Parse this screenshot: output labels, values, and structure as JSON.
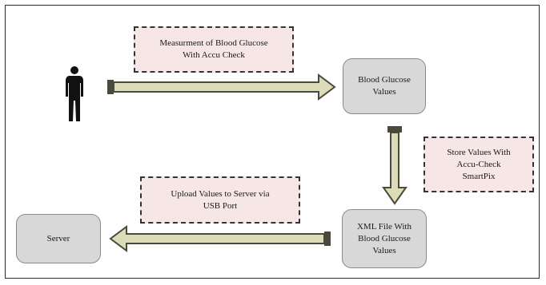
{
  "diagram": {
    "nodes": {
      "blood_glucose": "Blood Glucose\nValues",
      "xml_file": "XML File With\nBlood Glucose\nValues",
      "server": "Server"
    },
    "notes": {
      "measurement": "Measurment of Blood Glucose\nWith Accu Check",
      "store": "Store Values With\nAccu-Check\nSmartPix",
      "upload": "Upload Values to Server via\nUSB Port"
    },
    "icons": {
      "person": "person-silhouette-icon"
    },
    "colors": {
      "node_fill": "#d8d8d8",
      "note_fill": "#f6e6e6",
      "arrow_fill": "#dcdcb8",
      "arrow_edge": "#4a4a3c"
    }
  }
}
